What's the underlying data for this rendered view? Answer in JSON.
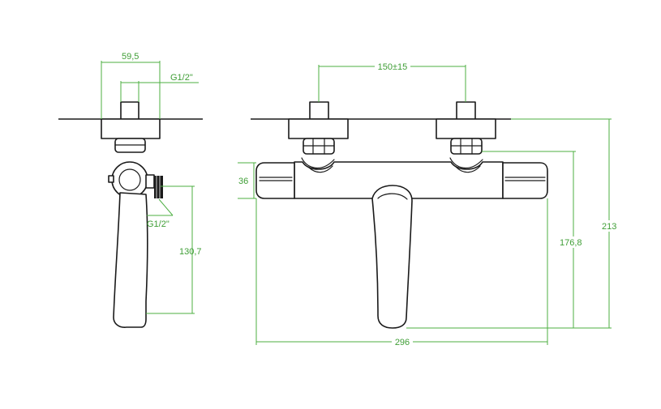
{
  "side_view": {
    "dim_width": "59,5",
    "dim_inlet_thread": "G1/2\"",
    "dim_outlet_thread": "G1/2\"",
    "dim_height": "130,7"
  },
  "front_view": {
    "dim_centers": "150±15",
    "dim_body_height": "36",
    "dim_spout_height": "176,8",
    "dim_total_height": "213",
    "dim_total_width": "296"
  },
  "colors": {
    "dimension": "#4caf42",
    "outline": "#1a1a1a"
  }
}
